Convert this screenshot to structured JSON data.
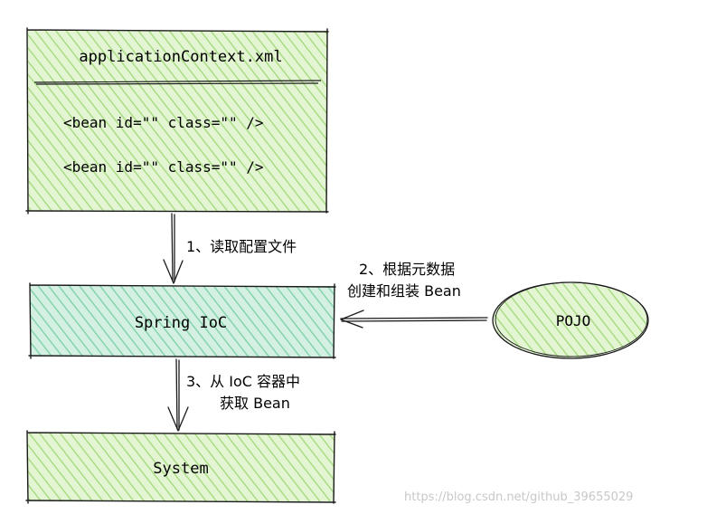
{
  "config_box": {
    "title": "applicationContext.xml",
    "lines": [
      "<bean id=\"\" class=\"\" />",
      "<bean id=\"\" class=\"\" />"
    ]
  },
  "ioc_box": {
    "label": "Spring IoC"
  },
  "system_box": {
    "label": "System"
  },
  "pojo_ellipse": {
    "label": "POJO"
  },
  "edges": {
    "read_config": "1、读取配置文件",
    "assemble_line1": "2、根据元数据",
    "assemble_line2": "创建和组装 Bean",
    "get_bean_line1": "3、从 IoC 容器中",
    "get_bean_line2": "获取 Bean"
  },
  "watermark": "https://blog.csdn.net/github_39655029",
  "colors": {
    "green_fill": "#c9ecae",
    "teal_fill": "#a8e3c8",
    "stroke": "#1a1a1a",
    "watermark": "#c8c8c8"
  }
}
